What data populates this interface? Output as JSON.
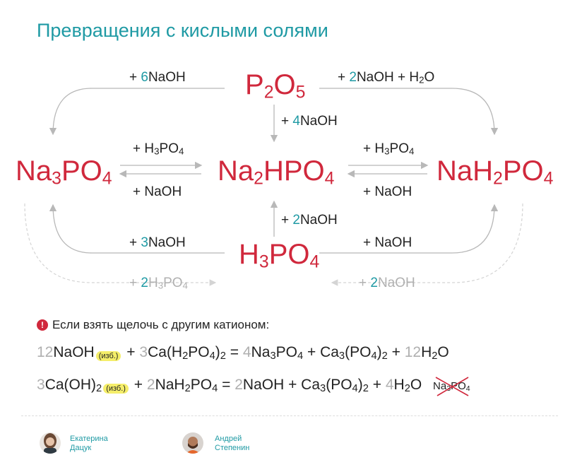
{
  "title": "Превращения с кислыми солями",
  "compounds": {
    "p2o5": {
      "a": "P",
      "s1": "2",
      "b": "O",
      "s2": "5"
    },
    "na3po4": {
      "a": "Na",
      "s1": "3",
      "b": "PO",
      "s2": "4"
    },
    "na2hpo4": {
      "a": "Na",
      "s1": "2",
      "b": "HPO",
      "s2": "4"
    },
    "nah2po4": {
      "a": "NaH",
      "s1": "2",
      "b": "PO",
      "s2": "4"
    },
    "h3po4": {
      "a": "H",
      "s1": "3",
      "b": "PO",
      "s2": "4"
    }
  },
  "reagents": {
    "p2o5_to_na3po4": {
      "plus": "+ ",
      "coef": "6",
      "rest": "NaOH"
    },
    "p2o5_to_nah2po4": {
      "plus": "+ ",
      "coef": "2",
      "rest": "NaOH + H",
      "sub": "2",
      "tail": "O"
    },
    "p2o5_to_na2hpo4": {
      "plus": "+ ",
      "coef": "4",
      "rest": "NaOH"
    },
    "na3po4_to_na2hpo4": {
      "a": "+ H",
      "s1": "3",
      "b": "PO",
      "s2": "4"
    },
    "na2hpo4_to_na3po4": "+ NaOH",
    "na2hpo4_to_nah2po4": {
      "a": "+ H",
      "s1": "3",
      "b": "PO",
      "s2": "4"
    },
    "nah2po4_to_na2hpo4": "+ NaOH",
    "h3po4_to_na2hpo4": {
      "plus": "+ ",
      "coef": "2",
      "rest": "NaOH"
    },
    "h3po4_to_na3po4": {
      "plus": "+ ",
      "coef": "3",
      "rest": "NaOH"
    },
    "h3po4_to_nah2po4": "+ NaOH",
    "na3po4_to_nah2po4_gray": {
      "plus": "+ ",
      "coef": "2",
      "a": "H",
      "s1": "3",
      "b": "PO",
      "s2": "4"
    },
    "nah2po4_to_na3po4_gray": {
      "plus": "+ ",
      "coef": "2",
      "rest": "NaOH"
    }
  },
  "note": {
    "icon": "exclamation-icon",
    "text": "Если взять щелочь с другим катионом:"
  },
  "equation1": {
    "c1": "12",
    "t1": "NaOH",
    "excess": "(изб.)",
    "t2": " + ",
    "c2": "3",
    "t3": "Ca(H",
    "s1": "2",
    "t4": "PO",
    "s2": "4",
    "t5": ")",
    "s3": "2",
    "t6": " = ",
    "c3": "4",
    "t7": "Na",
    "s4": "3",
    "t8": "PO",
    "s5": "4",
    "t9": " + Ca",
    "s6": "3",
    "t10": "(PO",
    "s7": "4",
    "t11": ")",
    "s8": "2",
    "t12": " + ",
    "c4": "12",
    "t13": "H",
    "s9": "2",
    "t14": "O"
  },
  "equation2": {
    "c1": "3",
    "t1": "Ca(OH)",
    "s0": "2",
    "excess": "(изб.)",
    "t2": " + ",
    "c2": "2",
    "t3": "NaH",
    "s1": "2",
    "t4": "PO",
    "s2": "4",
    "t6": " = ",
    "c3": "2",
    "t7": "NaOH + Ca",
    "s6": "3",
    "t10": "(PO",
    "s7": "4",
    "t11": ")",
    "s8": "2",
    "t12": " + ",
    "c4": "4",
    "t13": "H",
    "s9": "2",
    "t14": "O",
    "crossed_a": "Na",
    "crossed_s1": "3",
    "crossed_b": "PO",
    "crossed_s2": "4"
  },
  "authors": [
    {
      "first": "Екатерина",
      "last": "Дацук"
    },
    {
      "first": "Андрей",
      "last": "Степенин"
    }
  ],
  "colors": {
    "accent": "#1f9aa4",
    "compound": "#d0283c",
    "arrow": "#b8b8b8",
    "highlight": "#f5ee6a"
  }
}
